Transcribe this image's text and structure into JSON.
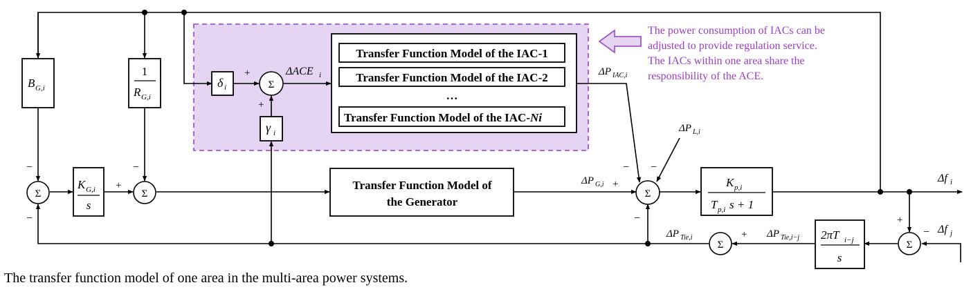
{
  "iac_group": {
    "blocks": [
      "Transfer Function Model of the IAC-1",
      "Transfer Function Model of the IAC-2",
      "…",
      "Transfer Function Model of the IAC-"
    ],
    "last_block_subscript": "Ni",
    "fill_color": "#e5d5f3",
    "border_color": "#a058c8"
  },
  "note": {
    "lines": [
      "The power consumption of IACs can be",
      "adjusted to provide regulation service.",
      "The IACs within one area share the",
      "responsibility of the ACE."
    ],
    "color": "#9b3fc1"
  },
  "generator_block": {
    "line1": "Transfer Function Model of",
    "line2": "the Generator"
  },
  "symbols": {
    "sum": "Σ",
    "plus": "+",
    "minus": "−",
    "ellipsis": "…"
  },
  "caption": "The transfer function model of one area in the multi-area power systems."
}
